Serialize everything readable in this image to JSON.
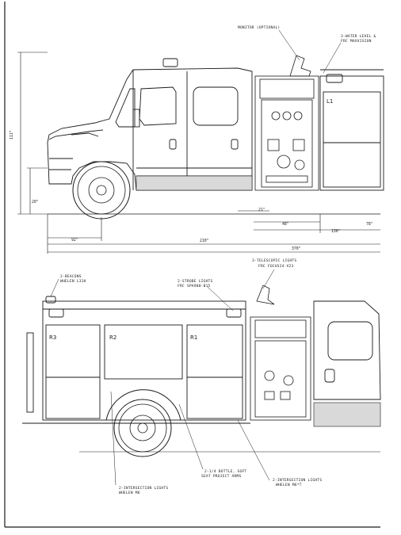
{
  "callouts": {
    "monitor": "MONITOR (OPTIONAL)",
    "water_level_1": "3-WATER LEVEL &",
    "water_level_2": "FRC MAXVISION",
    "telescopic_1": "3-TELESCOPIC LIGHTS",
    "telescopic_2": "FRC FOCUS24-V23",
    "beacon_1": "2-BEACONS",
    "beacon_2": "WHELEN L31H",
    "strobe_1": "2-STROBE LIGHTS",
    "strobe_2": "FRC SPA900-B15",
    "ldh_1": "2-1/4 BOTTLE, SOFT",
    "ldh_2": "SEAT PROJECT ARMS",
    "inter_right_1": "2-INTERSECTION LIGHTS",
    "inter_right_2": "WHELEN M6*T",
    "inter_left_1": "2-INTERSECTION LIGHTS",
    "inter_left_2": "WHELEN M6"
  },
  "dimensions": {
    "height": "111\"",
    "ground": "20\"",
    "front": "92\"",
    "wheelbase": "210\"",
    "overall": "370\"",
    "cab_pump": "48\"",
    "body": "130\"",
    "rear": "78\"",
    "clearance": "21\""
  },
  "compartments": {
    "l1": "L1",
    "r1": "R1",
    "r2": "R2",
    "r3": "R3"
  }
}
